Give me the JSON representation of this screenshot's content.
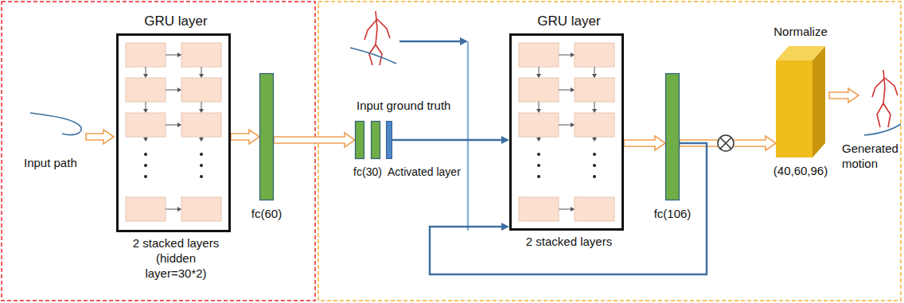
{
  "diagram": {
    "nodes": [
      {
        "text": [
          "GRU layer",
          "2 stacked layers (hidden layer=30*2)"
        ]
      },
      {
        "text": [
          "fc(60)"
        ]
      },
      {
        "text": [
          "fc(30)"
        ]
      },
      {
        "text": [
          "Activated layer"
        ]
      },
      {
        "text": [
          "GRU layer",
          "2 stacked layers"
        ]
      },
      {
        "text": [
          "fc(106)"
        ]
      },
      {
        "text": [
          "Normalize",
          "(40,60,96)"
        ]
      }
    ],
    "edges": [
      {
        "from": 0,
        "to": 1,
        "arrow": "to"
      },
      {
        "from": 1,
        "to": 2,
        "arrow": "to"
      },
      {
        "from": 3,
        "to": 4,
        "arrow": "to"
      },
      {
        "from": 4,
        "to": 5,
        "arrow": "to"
      },
      {
        "from": 5,
        "to": 6,
        "arrow": "to"
      },
      {
        "from": 5,
        "to": 4,
        "arrow": "to"
      }
    ],
    "labels": [
      "Input path",
      "Input ground truth",
      "Generated motion"
    ]
  }
}
